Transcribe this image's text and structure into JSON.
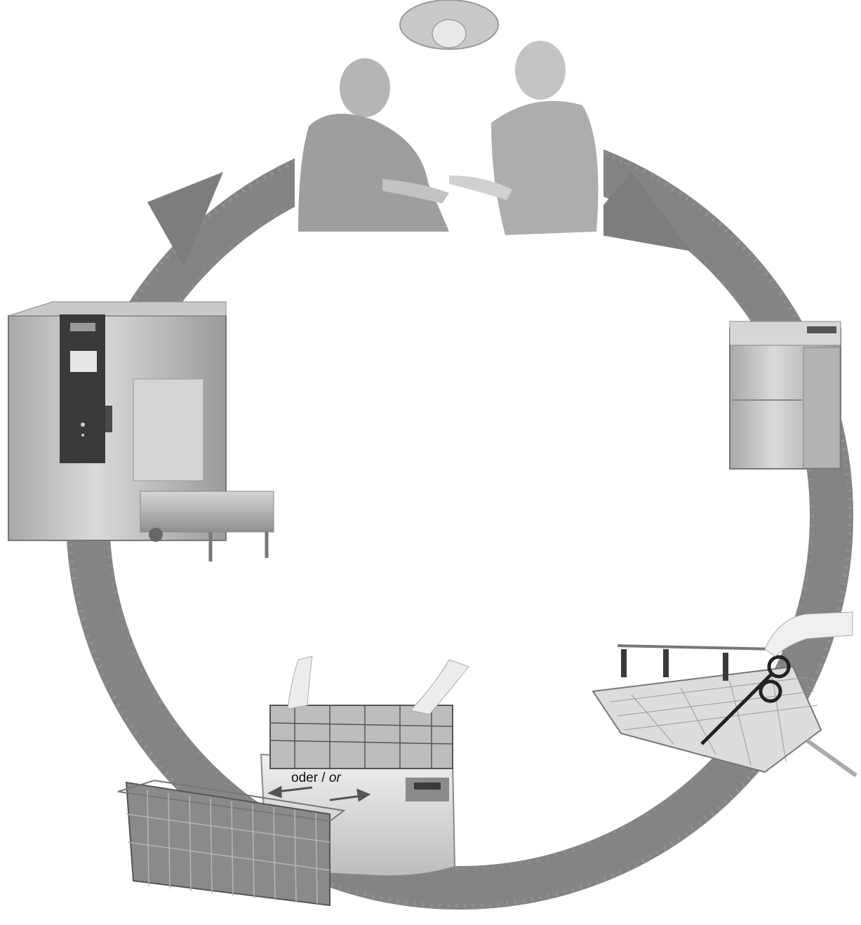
{
  "diagram": {
    "alternative_label": {
      "german": "oder",
      "separator": " / ",
      "english": "or"
    },
    "stations": [
      {
        "id": "operating-room",
        "icon": "surgeons-icon"
      },
      {
        "id": "washer-disinfector",
        "icon": "washer-disinfector-icon"
      },
      {
        "id": "instrument-tray",
        "icon": "instrument-basket-icon"
      },
      {
        "id": "ultrasonic-bath",
        "icon": "ultrasonic-cleaner-icon"
      },
      {
        "id": "wire-basket",
        "icon": "wire-basket-icon"
      },
      {
        "id": "sterilizer",
        "icon": "steam-sterilizer-icon"
      }
    ],
    "colors": {
      "cycle_ring": "#7d7d7d",
      "metal_light": "#cfcfcf",
      "metal_dark": "#8a8a8a",
      "panel_dark": "#3a3a3a"
    }
  }
}
